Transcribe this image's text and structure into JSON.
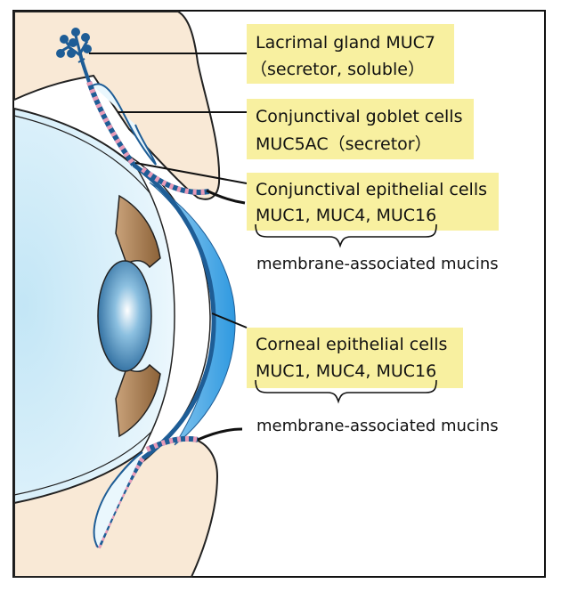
{
  "labels": {
    "lacrimal": {
      "line1": "Lacrimal gland MUC7",
      "line2": "（secretor, soluble）"
    },
    "goblet": {
      "line1": "Conjunctival goblet cells",
      "line2": "MUC5AC（secretor）"
    },
    "conj_epi": {
      "line1": "Conjunctival epithelial cells",
      "line2": "MUC1, MUC4, MUC16"
    },
    "corneal_epi": {
      "line1": "Corneal epithelial cells",
      "line2": "MUC1, MUC4, MUC16"
    }
  },
  "braces": {
    "upper": "membrane-associated mucins",
    "lower": "membrane-associated mucins"
  },
  "colors": {
    "label_box": "#f8f0a0",
    "skin": "#f9e9d6",
    "tear_film": "#4aa9e6",
    "mucin_dark": "#1e5d96",
    "mucin_pink": "#e89bb8",
    "iris": "#b98a5a",
    "lens": "#2f78ad"
  }
}
